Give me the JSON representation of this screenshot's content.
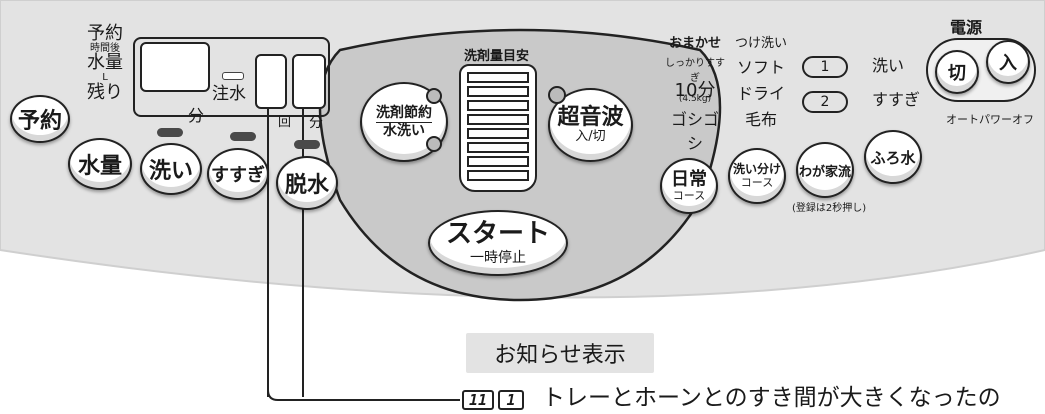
{
  "colors": {
    "panel": "#e3e3e3",
    "center_pod": "#c9c9c9",
    "indicator": "#4a4a4a",
    "outline": "#222222"
  },
  "left": {
    "reserve_label": "予約",
    "reserve_lines": [
      "予約",
      "時間後",
      "水量",
      "L",
      "残り"
    ],
    "fill_water": "注水",
    "min_label": "分",
    "times_label": "回",
    "min_label_2": "分",
    "buttons": {
      "water_level": "水量",
      "wash": "洗い",
      "rinse": "すすぎ",
      "spin": "脱水"
    }
  },
  "center": {
    "gauge_title": "洗剤量目安",
    "gauge_levels": 8,
    "detergent_saving_top": "洗剤節約",
    "detergent_saving_bottom": "水洗い",
    "ultrasonic_main": "超音波",
    "ultrasonic_sub": "入/切",
    "start_main": "スタート",
    "start_sub": "一時停止"
  },
  "right": {
    "course_col1": [
      "おまかせ",
      "しっかりすすぎ",
      "10分",
      "(4.5kg)",
      "ゴシゴシ"
    ],
    "course_col2": [
      "つけ洗い",
      "ソフト",
      "ドライ",
      "毛布"
    ],
    "memory1": "1",
    "memory2": "2",
    "col4": [
      "洗い",
      "すすぎ"
    ],
    "power_title": "電源",
    "power_off": "切",
    "power_on": "入",
    "auto_power_off": "オートパワーオフ",
    "buttons": {
      "normal_top": "日常",
      "normal_bottom": "コース",
      "separate_top": "洗い分け",
      "separate_bottom": "コース",
      "family": "わが家流",
      "bath": "ふろ水"
    },
    "register_note": "(登録は2秒押し)"
  },
  "callout": {
    "title": "お知らせ表示",
    "code": [
      "11",
      "1"
    ],
    "message": "トレーとホーンとのすき間が大きくなったの"
  }
}
